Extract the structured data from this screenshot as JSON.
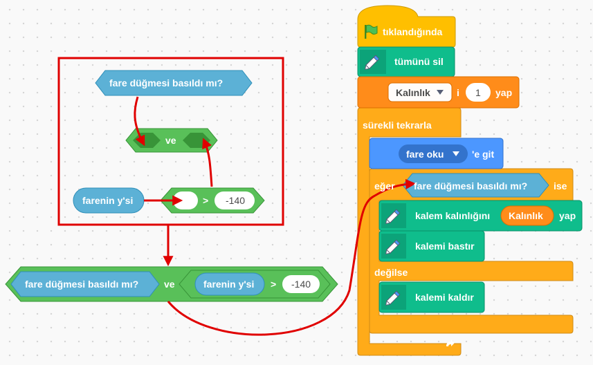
{
  "labels": {
    "mouse_down": "fare düğmesi basıldı mı?",
    "and": "ve",
    "mouse_y": "farenin y'si",
    "gt": ">",
    "value_minus_140": "-140",
    "when_flag_clicked": "tıklandığında",
    "erase_all": "tümünü sil",
    "var_name": "Kalınlık",
    "set_to": "i",
    "set_value": "1",
    "set_suffix": "yap",
    "forever": "sürekli tekrarla",
    "goto_target": "fare oku",
    "goto_suffix": "'e git",
    "if_prefix": "eğer",
    "if_suffix": "ise",
    "set_pen_size": "kalem kalınlığını",
    "set_pen_suffix": "yap",
    "pen_down": "kalemi bastır",
    "else": "değilse",
    "pen_up": "kalemi kaldır"
  },
  "colors": {
    "operators_green": "#59c059",
    "operators_dark": "#389438",
    "sensing_blue": "#5cb1d6",
    "sensing_dark": "#2e8eb8",
    "control_orange": "#ffab19",
    "control_dark": "#cf8b17",
    "events_yellow": "#ffbf00",
    "pen_teal": "#0fbd8c",
    "pen_dark": "#0b8e69",
    "motion_blue": "#4c97ff",
    "motion_dark": "#3373cc",
    "variables_orange": "#ff8c1a",
    "variables_dark": "#db6e00",
    "annotation_red": "#e00000"
  },
  "icons": {
    "green_flag": "green-flag-icon",
    "pen": "pen-icon",
    "dropdown": "dropdown-arrow-icon",
    "loop": "loop-arrow-icon"
  }
}
